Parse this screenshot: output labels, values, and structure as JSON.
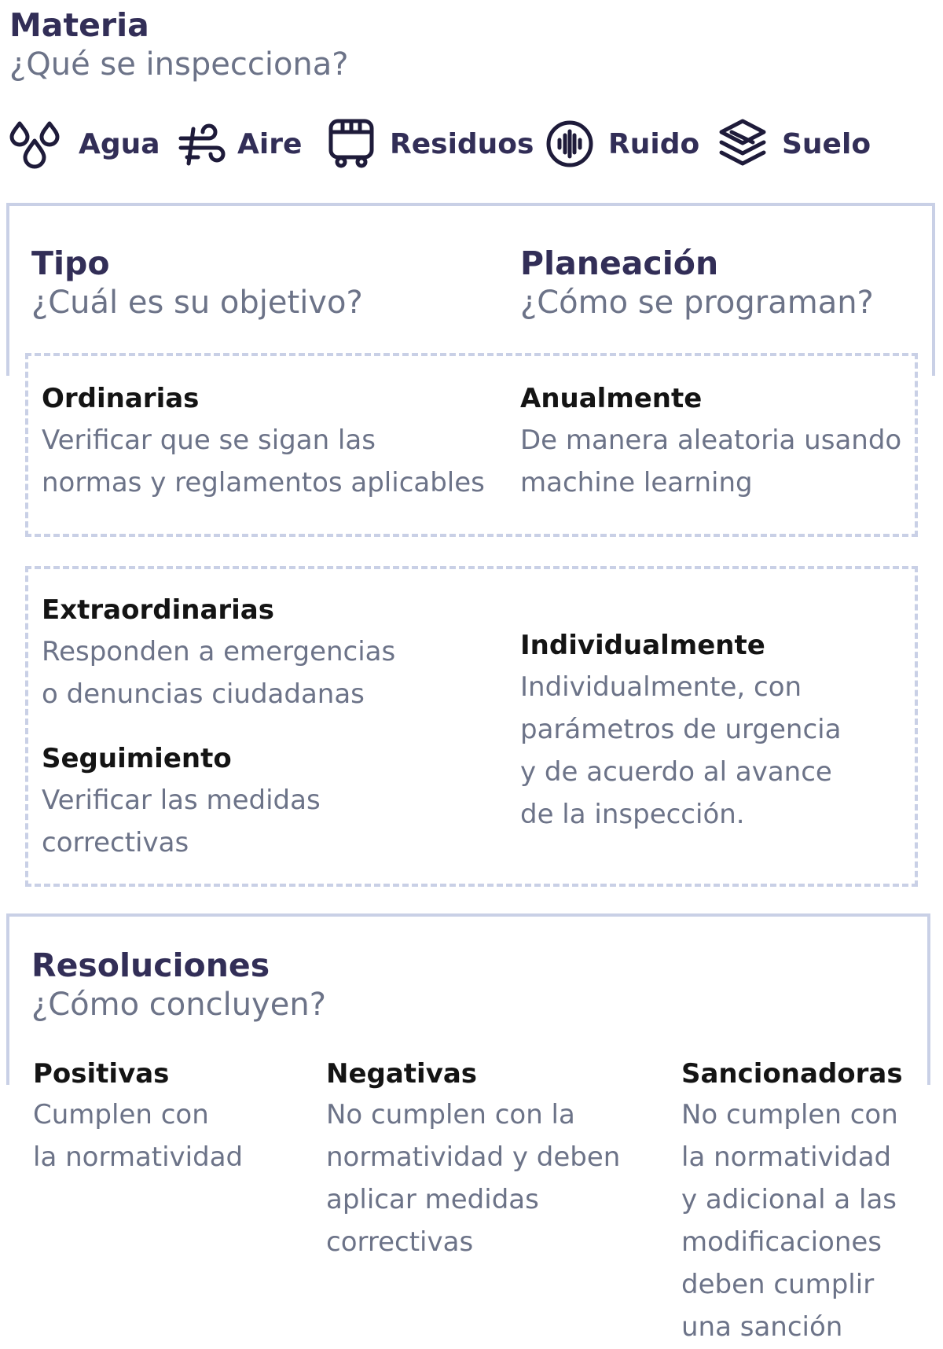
{
  "materia": {
    "title": "Materia",
    "subtitle": "¿Qué se inspecciona?",
    "items": [
      {
        "label": "Agua",
        "icon": "water-drops-icon"
      },
      {
        "label": "Aire",
        "icon": "wind-icon"
      },
      {
        "label": "Residuos",
        "icon": "waste-bin-icon"
      },
      {
        "label": "Ruido",
        "icon": "sound-wave-icon"
      },
      {
        "label": "Suelo",
        "icon": "layers-icon"
      }
    ]
  },
  "tipo": {
    "title": "Tipo",
    "subtitle": "¿Cuál es su objetivo?",
    "ordinarias": {
      "title": "Ordinarias",
      "lines": [
        "Verificar que se sigan las",
        "normas y reglamentos aplicables"
      ]
    },
    "extraordinarias": {
      "title": "Extraordinarias",
      "lines": [
        "Responden a emergencias",
        "o denuncias ciudadanas"
      ]
    },
    "seguimiento": {
      "title": "Seguimiento",
      "lines": [
        "Verificar las medidas",
        "correctivas"
      ]
    }
  },
  "planeacion": {
    "title": "Planeación",
    "subtitle": "¿Cómo se programan?",
    "anualmente": {
      "title": "Anualmente",
      "lines": [
        "De manera aleatoria usando",
        "machine learning"
      ]
    },
    "individualmente": {
      "title": "Individualmente",
      "lines": [
        "Individualmente, con",
        "parámetros de urgencia",
        "y de acuerdo al avance",
        "de la inspección."
      ]
    }
  },
  "resoluciones": {
    "title": "Resoluciones",
    "subtitle": "¿Cómo concluyen?",
    "positivas": {
      "title": "Positivas",
      "lines": [
        "Cumplen con",
        "la normatividad"
      ]
    },
    "negativas": {
      "title": "Negativas",
      "lines": [
        "No cumplen con la",
        "normatividad y deben",
        "aplicar medidas",
        "correctivas"
      ]
    },
    "sancionadoras": {
      "title": "Sancionadoras",
      "lines": [
        "No cumplen con",
        "la normatividad",
        "y adicional a las",
        "modificaciones",
        "deben cumplir",
        "una sanción"
      ]
    }
  },
  "colors": {
    "heading": "#322e57",
    "muted": "#6c7388",
    "border": "#c9d0e6",
    "dark": "#141414",
    "icon": "#1e1b3a"
  }
}
